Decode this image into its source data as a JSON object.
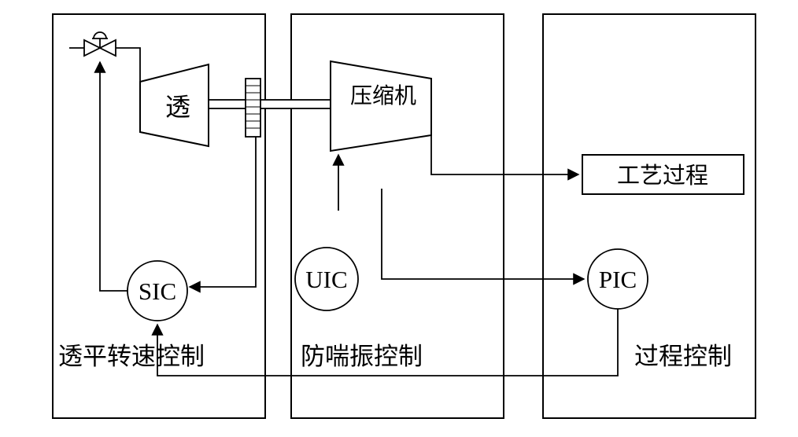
{
  "diagram": {
    "panels": [
      {
        "id": "turbine-speed-control",
        "label": "透平转速控制"
      },
      {
        "id": "anti-surge-control",
        "label": "防喘振控制"
      },
      {
        "id": "process-control",
        "label": "过程控制"
      }
    ],
    "nodes": {
      "turbine": {
        "label": "透"
      },
      "compressor": {
        "label": "压缩机"
      },
      "process_box": {
        "label": "工艺过程"
      },
      "sic": {
        "label": "SIC"
      },
      "uic": {
        "label": "UIC"
      },
      "pic": {
        "label": "PIC"
      }
    },
    "colors": {
      "line": "#000000",
      "background": "#ffffff"
    }
  }
}
